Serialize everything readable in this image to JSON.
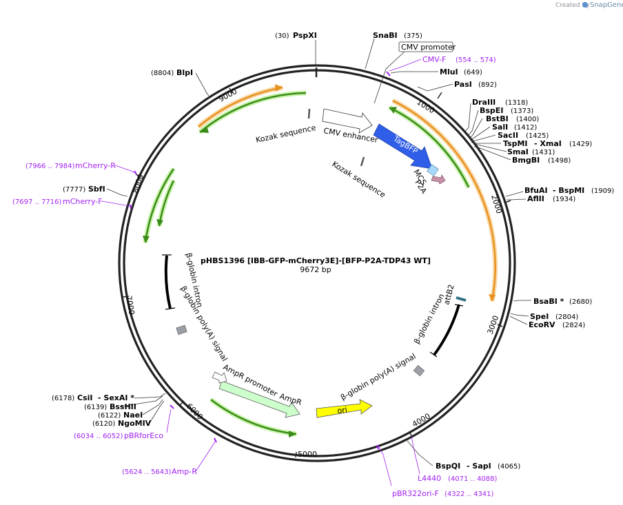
{
  "credit": {
    "prefix": "Created by",
    "brand": "SnapGene"
  },
  "title": "pHBS1396 [IBB-GFP-mCherry3E]-[BFP-P2A-TDP43 WT]",
  "size": "9672 bp",
  "ticks": [
    "1000",
    "2000",
    "3000",
    "4000",
    "5000",
    "6000",
    "7000",
    "8000",
    "9000"
  ],
  "enzymes": [
    {
      "pos": "(30)",
      "name": "PspXI"
    },
    {
      "name": "SnaBI",
      "pos": "(375)"
    },
    {
      "name": "MluI",
      "pos": "(649)"
    },
    {
      "name": "PasI",
      "pos": "(892)"
    },
    {
      "name": "DraIII",
      "pos": "(1318)"
    },
    {
      "name": "BspEI",
      "pos": "(1373)"
    },
    {
      "name": "BstBI",
      "pos": "(1400)"
    },
    {
      "name": "SalI",
      "pos": "(1412)"
    },
    {
      "name": "SacII",
      "pos": "(1425)"
    },
    {
      "name": "TspMI",
      "name2": "- XmaI",
      "pos": "(1429)"
    },
    {
      "name": "SmaI",
      "pos": "(1431)"
    },
    {
      "name": "BmgBI",
      "pos": "(1498)"
    },
    {
      "name": "BfuAI",
      "name2": "- BspMI",
      "pos": "(1909)"
    },
    {
      "name": "AflII",
      "pos": "(1934)"
    },
    {
      "name": "BsaBI *",
      "pos": "(2680)"
    },
    {
      "name": "SpeI",
      "pos": "(2804)"
    },
    {
      "name": "EcoRV",
      "pos": "(2824)"
    },
    {
      "name": "BspQI",
      "name2": "- SapI",
      "pos": "(4065)"
    },
    {
      "pos": "(6178)",
      "name": "CsiI",
      "name2": "- SexAI *"
    },
    {
      "pos": "(6139)",
      "name": "BssHII"
    },
    {
      "pos": "(6122)",
      "name": "NaeI"
    },
    {
      "pos": "(6120)",
      "name": "NgoMIV"
    },
    {
      "pos": "(7777)",
      "name": "SbfI"
    },
    {
      "pos": "(8804)",
      "name": "BlpI"
    }
  ],
  "primers": [
    {
      "name": "CMV-F",
      "pos": "(554 .. 574)"
    },
    {
      "name": "L4440",
      "pos": "(4071 .. 4088)"
    },
    {
      "name": "pBR322ori-F",
      "pos": "(4322 .. 4341)"
    },
    {
      "pos": "(5624 .. 5643)",
      "name": "Amp-R"
    },
    {
      "pos": "(6034 .. 6052)",
      "name": "pBRforEco"
    },
    {
      "pos": "(7697 .. 7716)",
      "name": "mCherry-F"
    },
    {
      "pos": "(7966 .. 7984)",
      "name": "mCherry-R"
    }
  ],
  "boxed_feature": "CMV promoter",
  "features": {
    "kozak1": "Kozak sequence",
    "cmv_enhancer": "CMV enhancer",
    "tagbfp": "TagBFP",
    "kozak2": "Kozak sequence",
    "mcs": "MCS",
    "p2a": "P2A",
    "attb2": "attB2",
    "bglobin_intron_r": "β-globin intron",
    "bglobin_polya_r": "β-globin poly(A) signal",
    "ori": "ori",
    "ampr": "AmpR",
    "ampr_promoter": "AmpR promoter",
    "bglobin_intron_l": "β-globin intron",
    "bglobin_polya_l": "β-globin poly(A) signal"
  },
  "colors": {
    "backbone": "#222222",
    "tagbfp": "#2f5ee8",
    "ori": "#ffff00",
    "ampr": "#ccffcc",
    "orf_green": "#3a8a1a",
    "orf_orange": "#e89020",
    "primer": "#a020f0",
    "mcs": "#a8d8f8",
    "p2a": "#c890a8",
    "attb": "#2e6f80",
    "grey_feature": "#9aa0a6"
  }
}
